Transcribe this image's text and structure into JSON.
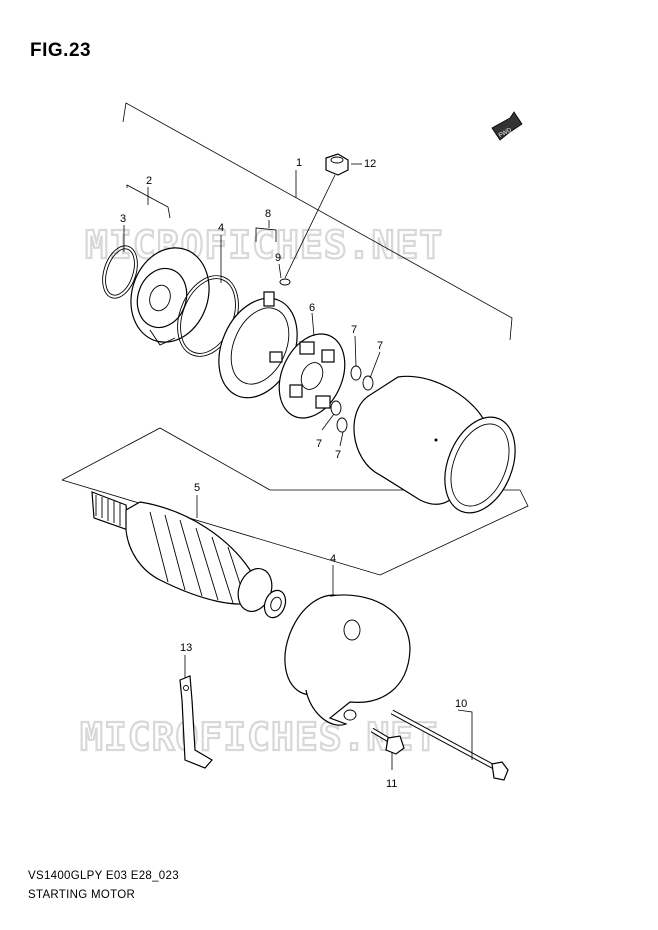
{
  "figure": {
    "title": "FIG.23"
  },
  "watermark": {
    "text": "MICROFICHES.NET"
  },
  "direction_badge": {
    "label": "FWD"
  },
  "callouts": {
    "c1": "1",
    "c2": "2",
    "c3": "3",
    "c4a": "4",
    "c4b": "4",
    "c5": "5",
    "c6": "6",
    "c7a": "7",
    "c7b": "7",
    "c7c": "7",
    "c7d": "7",
    "c8": "8",
    "c9": "9",
    "c10": "10",
    "c11": "11",
    "c12": "12",
    "c13": "13"
  },
  "footer": {
    "code": "VS1400GLPY E03 E28_023",
    "name": "STARTING MOTOR"
  }
}
